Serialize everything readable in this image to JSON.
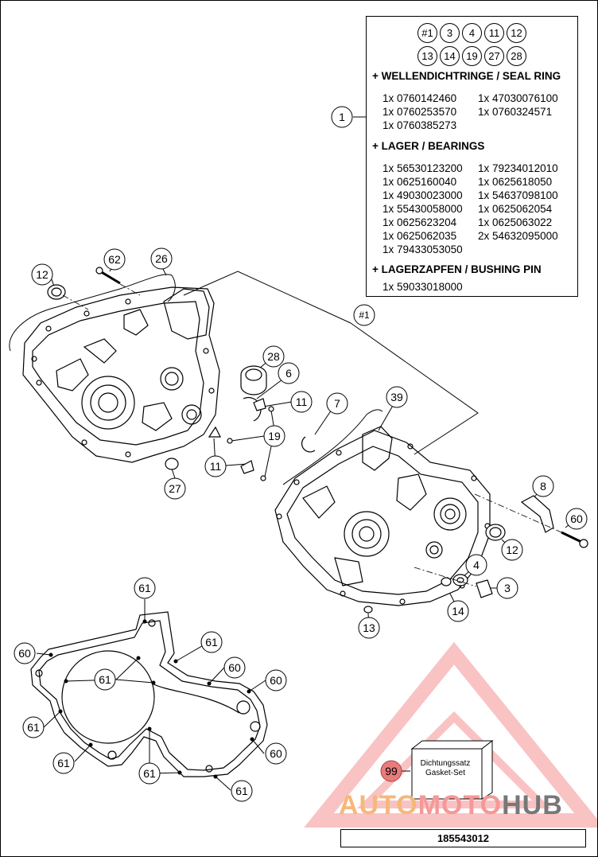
{
  "legend": {
    "badges_row1": [
      "#1",
      "3",
      "4",
      "11",
      "12"
    ],
    "badges_row2": [
      "13",
      "14",
      "19",
      "27",
      "28"
    ],
    "seal_title": "+ WELLENDICHTRINGE / SEAL RING",
    "seal_left": [
      "1x 0760142460",
      "1x 0760253570",
      "1x 0760385273"
    ],
    "seal_right": [
      "1x 47030076100",
      "1x 0760324571"
    ],
    "bearings_title": "+ LAGER / BEARINGS",
    "bearings_left": [
      "1x 56530123200",
      "1x 0625160040",
      "1x 49030023000",
      "1x 55430058000",
      "1x 0625623204",
      "1x 0625062035",
      "1x 79433053050"
    ],
    "bearings_right": [
      "1x 79234012010",
      "1x 0625618050",
      "1x 54637098100",
      "1x 0625062054",
      "1x 0625063022",
      "2x 54632095000"
    ],
    "bushing_title": "+ LAGERZAPFEN / BUSHING PIN",
    "bushing_items": [
      "1x 59033018000"
    ]
  },
  "callouts": {
    "c1": "1",
    "c12a": "12",
    "c62": "62",
    "c26": "26",
    "c_set": "#1",
    "c28": "28",
    "c6": "6",
    "c11a": "11",
    "c7": "7",
    "c39": "39",
    "c19": "19",
    "c11b": "11",
    "c27": "27",
    "c8": "8",
    "c60a": "60",
    "c12b": "12",
    "c4": "4",
    "c3": "3",
    "c14": "14",
    "c13": "13",
    "g61a": "61",
    "g60a": "60",
    "g61b": "61",
    "g61c": "61",
    "g60b": "60",
    "g60c": "60",
    "g61d": "61",
    "g60d": "60",
    "g61e": "61",
    "g61f": "61",
    "g61g": "61",
    "c99": "99"
  },
  "gasket_set": {
    "line1": "Dichtungssatz",
    "line2": "Gasket-Set"
  },
  "logo": {
    "part1": "AUTO",
    "part2": "MOTO",
    "part3": "HUB"
  },
  "doc_id": "185543012",
  "colors": {
    "logo_orange": "#f6b87a",
    "logo_red": "#f59898",
    "logo_gray": "#777777",
    "callout_99": "#e87b7b"
  }
}
